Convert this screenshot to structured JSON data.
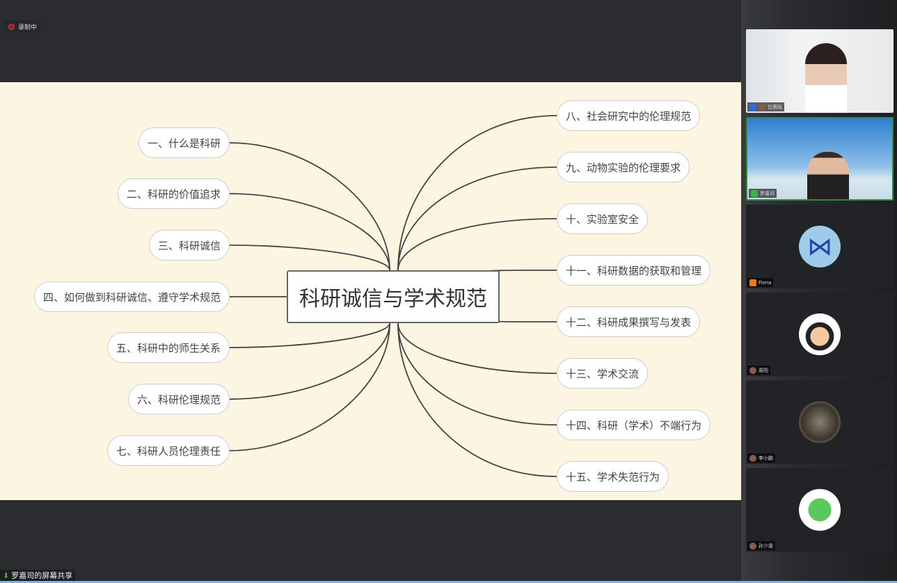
{
  "recording": {
    "label": "录制中"
  },
  "mindmap": {
    "center": "科研诚信与学术规范",
    "left": [
      "一、什么是科研",
      "二、科研的价值追求",
      "三、科研诚信",
      "四、如何做到科研诚信、遵守学术规范",
      "五、科研中的师生关系",
      "六、科研伦理规范",
      "七、科研人员伦理责任"
    ],
    "right": [
      "八、社会研究中的伦理规范",
      "九、动物实验的伦理要求",
      "十、实验室安全",
      "十一、科研数据的获取和管理",
      "十二、科研成果撰写与发表",
      "十三、学术交流",
      "十四、科研（学术）不端行为",
      "十五、学术失范行为"
    ]
  },
  "participants": [
    {
      "name": "甘茜晗",
      "type": "video"
    },
    {
      "name": "罗嘉司",
      "type": "video",
      "speaking": true
    },
    {
      "name": "Fiona",
      "type": "avatar"
    },
    {
      "name": "周阳",
      "type": "avatar"
    },
    {
      "name": "李小鹏",
      "type": "avatar"
    },
    {
      "name": "孙少雯",
      "type": "avatar"
    }
  ],
  "share_label": "罗嘉司的屏幕共享",
  "colors": {
    "slide_bg": "#fcf5e1",
    "active_border": "#2f8a4a"
  }
}
